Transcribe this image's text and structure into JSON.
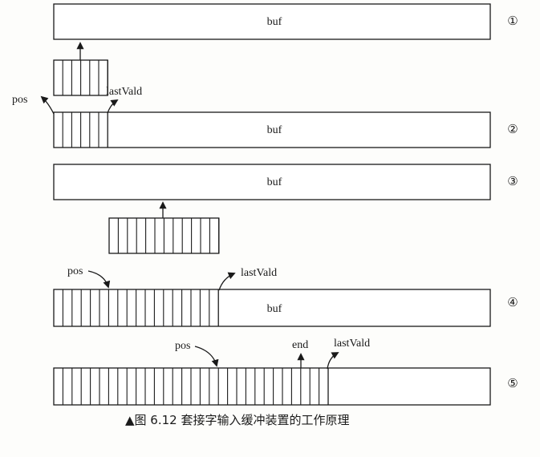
{
  "labels": {
    "buf": "buf",
    "pos": "pos",
    "lastVald": "lastVald",
    "end": "end"
  },
  "steps": [
    {
      "marker": "①"
    },
    {
      "marker": "②"
    },
    {
      "marker": "③"
    },
    {
      "marker": "④"
    },
    {
      "marker": "⑤"
    }
  ],
  "caption": "▲图 6.12   套接字输入缓冲装置的工作原理",
  "colors": {
    "line": "#1a1a1a",
    "background": "#fdfdfb"
  }
}
